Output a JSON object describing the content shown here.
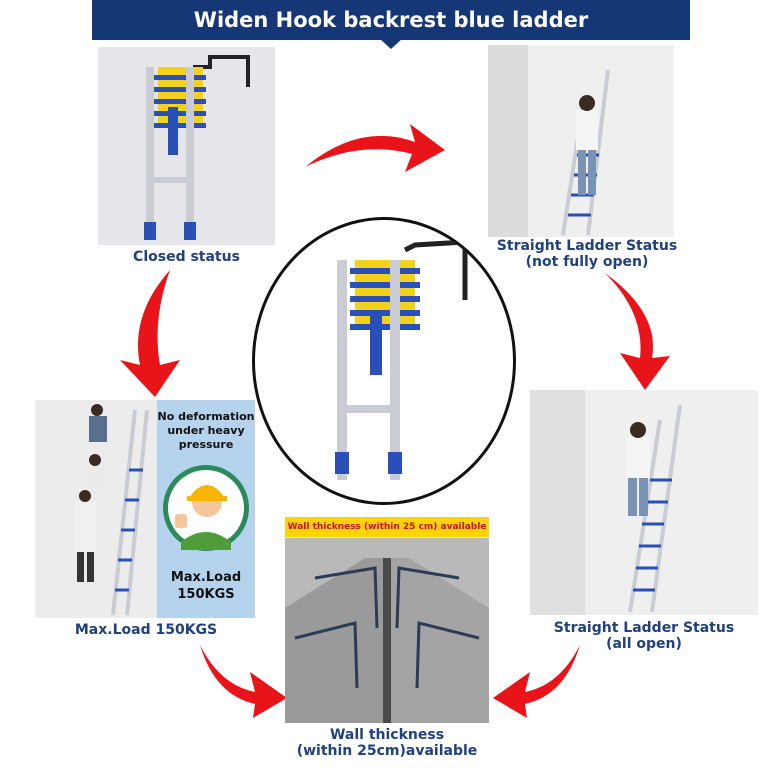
{
  "header": {
    "title": "Widen Hook backrest blue ladder"
  },
  "captions": {
    "closed": "Closed status",
    "straight_partial_line1": "Straight Ladder Status",
    "straight_partial_line2": "(not fully open)",
    "straight_full_line1": "Straight Ladder Status",
    "straight_full_line2": "(all open)",
    "max_load": "Max.Load 150KGS",
    "wall_line1": "Wall thickness",
    "wall_line2": "(within 25cm)available"
  },
  "info_panel": {
    "line1": "No deformation",
    "line2": "under heavy",
    "line3": "pressure",
    "load_line1": "Max.Load",
    "load_line2": "150KGS"
  },
  "wall_label": "Wall thickness (within 25 cm) available",
  "colors": {
    "banner": "#153775",
    "arrow": "#e8141a",
    "caption": "#20407e",
    "ladder_blue": "#2a4fb8",
    "ladder_yellow": "#f2d21c",
    "panel": "#b5d3ec",
    "label_bg": "#ffd400",
    "label_text": "#c8102e"
  },
  "icons": [
    "curved-arrow-icon",
    "worker-thumbs-up-icon",
    "ladder-icon"
  ]
}
